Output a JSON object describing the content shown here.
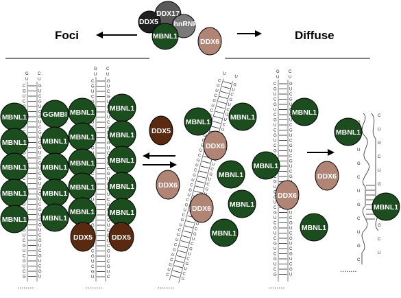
{
  "header": {
    "left_title": "Foci",
    "right_title": "Diffuse"
  },
  "complex": {
    "ddx5": "DDX5",
    "ddx17": "DDX17",
    "hnrnp": "hnRNP",
    "mbnl1": "MBNL1",
    "ddx6": "DDX6"
  },
  "proteins": {
    "mbnl1": "MBNL1",
    "ggmbi": "GGMBI",
    "ddx5": "DDX5",
    "ddx6": "DDX6"
  },
  "rna": {
    "bases_top": [
      "G",
      "C",
      "U",
      "U"
    ],
    "bases_pair": [
      "C",
      "G",
      "U"
    ],
    "dots": "........"
  },
  "colors": {
    "mbnl1": "#1c4d1f",
    "ddx5": "#5a2a10",
    "ddx6": "#b08575",
    "ddx17": "#595959",
    "ddx5_complex": "#1f1f1f",
    "hnrnp": "#7a7a7a"
  }
}
